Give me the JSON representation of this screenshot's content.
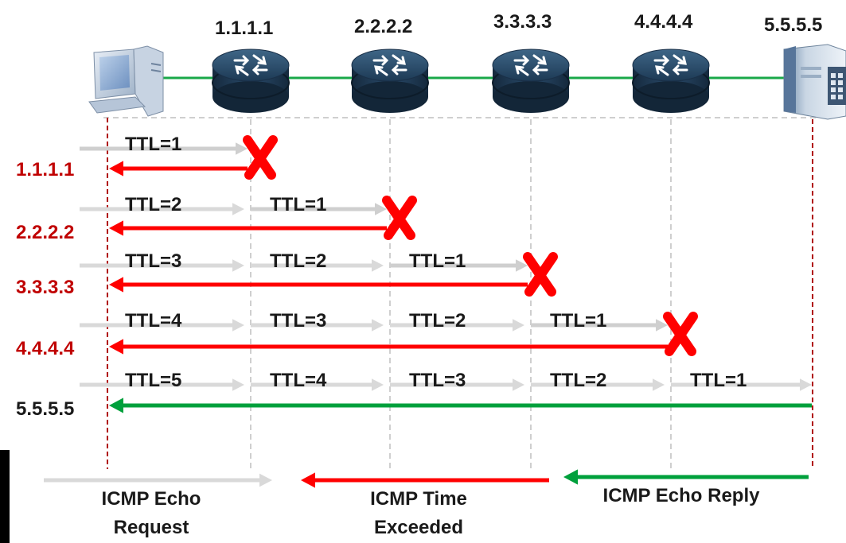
{
  "colors": {
    "request": "#d9d9d9",
    "exceeded": "#ff0000",
    "reply": "#00a03c",
    "hop_label_red": "#c00000",
    "hop_label_dark": "#1a1a1a",
    "dashed": "#cfcfcf",
    "red_dashed": "#b00000",
    "link": "#1aa848"
  },
  "topology": {
    "source_icon": "pc-icon",
    "router_icon": "router-icon",
    "dest_icon": "server-icon",
    "nodes": [
      "1.1.1.1",
      "2.2.2.2",
      "3.3.3.3",
      "4.4.4.4",
      "5.5.5.5"
    ]
  },
  "rows": [
    {
      "ttls": [
        "TTL=1"
      ],
      "hop": "1.1.1.1",
      "result": "time-exceeded"
    },
    {
      "ttls": [
        "TTL=2",
        "TTL=1"
      ],
      "hop": "2.2.2.2",
      "result": "time-exceeded"
    },
    {
      "ttls": [
        "TTL=3",
        "TTL=2",
        "TTL=1"
      ],
      "hop": "3.3.3.3",
      "result": "time-exceeded"
    },
    {
      "ttls": [
        "TTL=4",
        "TTL=3",
        "TTL=2",
        "TTL=1"
      ],
      "hop": "4.4.4.4",
      "result": "time-exceeded"
    },
    {
      "ttls": [
        "TTL=5",
        "TTL=4",
        "TTL=3",
        "TTL=2",
        "TTL=1"
      ],
      "hop": "5.5.5.5",
      "result": "echo-reply"
    }
  ],
  "legend": {
    "request_line1": "ICMP Echo",
    "request_line2": "Request",
    "exceeded_line1": "ICMP Time",
    "exceeded_line2": "Exceeded",
    "reply": "ICMP Echo Reply"
  }
}
